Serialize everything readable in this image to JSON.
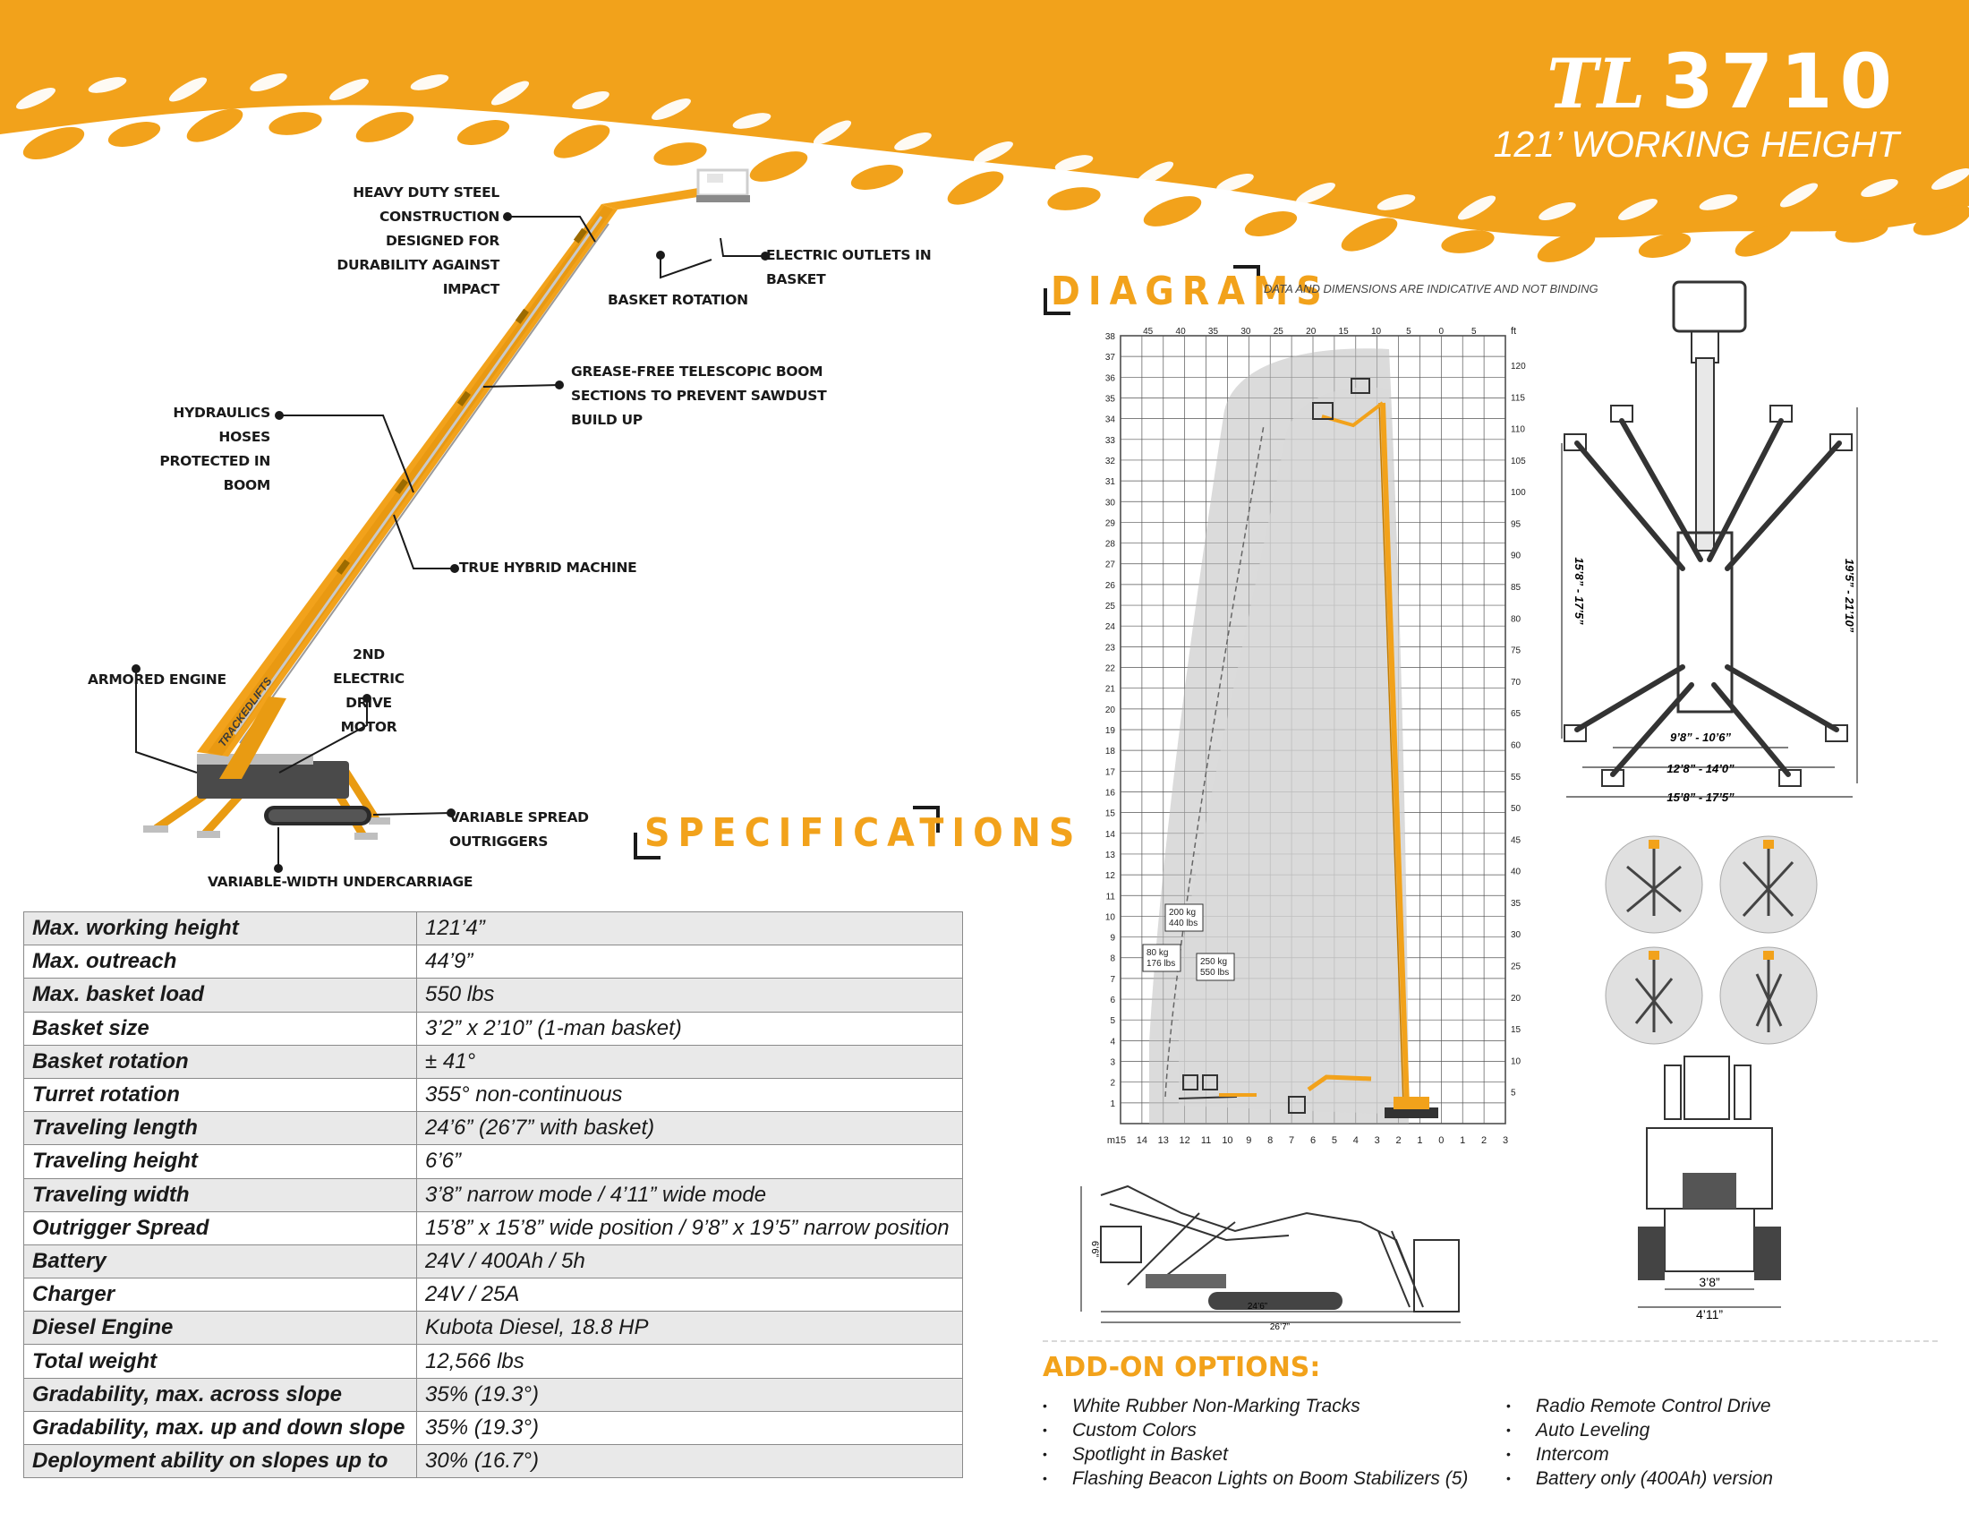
{
  "header": {
    "logo_mark": "TL",
    "model": "3710",
    "subtitle": "121’ WORKING HEIGHT"
  },
  "colors": {
    "accent": "#f2a21b",
    "text": "#1a1a1a",
    "row_shade": "#e9e9e9"
  },
  "callouts": {
    "heavy_duty": [
      "HEAVY DUTY STEEL",
      "CONSTRUCTION DESIGNED FOR",
      "DURABILITY AGAINST IMPACT"
    ],
    "electric_outlets": [
      "ELECTRIC OUTLETS IN",
      "BASKET"
    ],
    "basket_rotation": "BASKET ROTATION",
    "grease_free": [
      "GREASE-FREE TELESCOPIC BOOM",
      "SECTIONS TO PREVENT SAWDUST",
      "BUILD UP"
    ],
    "hydraulic_hoses": [
      "HYDRAULICS HOSES",
      "PROTECTED IN BOOM"
    ],
    "true_hybrid": "TRUE HYBRID MACHINE",
    "armored_engine": "ARMORED ENGINE",
    "drive_motor": [
      "2ND ELECTRIC",
      "DRIVE MOTOR"
    ],
    "outriggers": [
      "VARIABLE SPREAD",
      "OUTRIGGERS"
    ],
    "undercarriage": "VARIABLE-WIDTH UNDERCARRIAGE"
  },
  "machine_decal": "TRACKEDLIFTS",
  "specifications": {
    "title": "SPECIFICATIONS",
    "rows": [
      {
        "label": "Max. working height",
        "value": "121’4”"
      },
      {
        "label": "Max. outreach",
        "value": "44’9”"
      },
      {
        "label": "Max. basket load",
        "value": "550 lbs"
      },
      {
        "label": "Basket size",
        "value": "3’2” x 2’10” (1-man basket)"
      },
      {
        "label": "Basket rotation",
        "value": "± 41°"
      },
      {
        "label": "Turret rotation",
        "value": "355° non-continuous"
      },
      {
        "label": "Traveling length",
        "value": "24’6” (26’7” with basket)"
      },
      {
        "label": "Traveling height",
        "value": "6’6”"
      },
      {
        "label": "Traveling width",
        "value": "3’8” narrow mode  /  4’11” wide mode"
      },
      {
        "label": "Outrigger Spread",
        "value": "15’8” x 15’8” wide position   /  9’8” x 19’5” narrow position"
      },
      {
        "label": "Battery",
        "value": "24V / 400Ah / 5h"
      },
      {
        "label": "Charger",
        "value": "24V / 25A"
      },
      {
        "label": "Diesel Engine",
        "value": "Kubota Diesel, 18.8 HP"
      },
      {
        "label": "Total weight",
        "value": "12,566 lbs"
      },
      {
        "label": "Gradability, max. across slope",
        "value": "35% (19.3°)"
      },
      {
        "label": "Gradability, max. up and down slope",
        "value": "35% (19.3°)"
      },
      {
        "label": "Deployment ability on slopes up to",
        "value": "30% (16.7°)"
      }
    ]
  },
  "diagrams": {
    "title": "DIAGRAMS",
    "note": "DATA AND DIMENSIONS ARE INDICATIVE AND NOT BINDING",
    "reach_chart": {
      "left_unit": "m",
      "right_unit": "ft",
      "y_m_ticks": [
        "1",
        "2",
        "3",
        "4",
        "5",
        "6",
        "7",
        "8",
        "9",
        "10",
        "11",
        "12",
        "13",
        "14",
        "15",
        "16",
        "17",
        "18",
        "19",
        "20",
        "21",
        "22",
        "23",
        "24",
        "25",
        "26",
        "27",
        "28",
        "29",
        "30",
        "31",
        "32",
        "33",
        "34",
        "35",
        "36",
        "37",
        "38"
      ],
      "y_ft_ticks": [
        "5",
        "10",
        "15",
        "20",
        "25",
        "30",
        "35",
        "40",
        "45",
        "50",
        "55",
        "60",
        "65",
        "70",
        "75",
        "80",
        "85",
        "90",
        "95",
        "100",
        "105",
        "110",
        "115",
        "120"
      ],
      "x_m_ticks": [
        "15",
        "14",
        "13",
        "12",
        "11",
        "10",
        "9",
        "8",
        "7",
        "6",
        "5",
        "4",
        "3",
        "2",
        "1",
        "0",
        "1",
        "2",
        "3"
      ],
      "x_ft_ticks": [
        "45",
        "40",
        "35",
        "30",
        "25",
        "20",
        "15",
        "10",
        "5",
        "0",
        "5"
      ],
      "load_zones": [
        {
          "kg": "200 kg",
          "lbs": "440 lbs"
        },
        {
          "kg": "80 kg",
          "lbs": "176 lbs"
        },
        {
          "kg": "250 kg",
          "lbs": "550 lbs"
        }
      ]
    },
    "top_view_dims": {
      "vertical_left": "15’8” - 17’5”",
      "vertical_right": "19’5” - 21’10”",
      "h1": "9’8” - 10’6”",
      "h2": "12’8” - 14’0”",
      "h3": "15’8” - 17’5”"
    },
    "side_view_dims": {
      "height": "6’6”",
      "length1": "24’6”",
      "length2": "26’7”"
    },
    "front_view_dims": {
      "narrow": "3’8”",
      "wide": "4’11”"
    }
  },
  "addons": {
    "title": "ADD-ON OPTIONS:",
    "col1": [
      "White Rubber Non-Marking Tracks",
      "Custom Colors",
      "Spotlight in Basket",
      "Flashing Beacon Lights on Boom Stabilizers (5)"
    ],
    "col2": [
      "Radio Remote Control Drive",
      "Auto Leveling",
      "Intercom",
      "Battery only (400Ah) version"
    ]
  }
}
